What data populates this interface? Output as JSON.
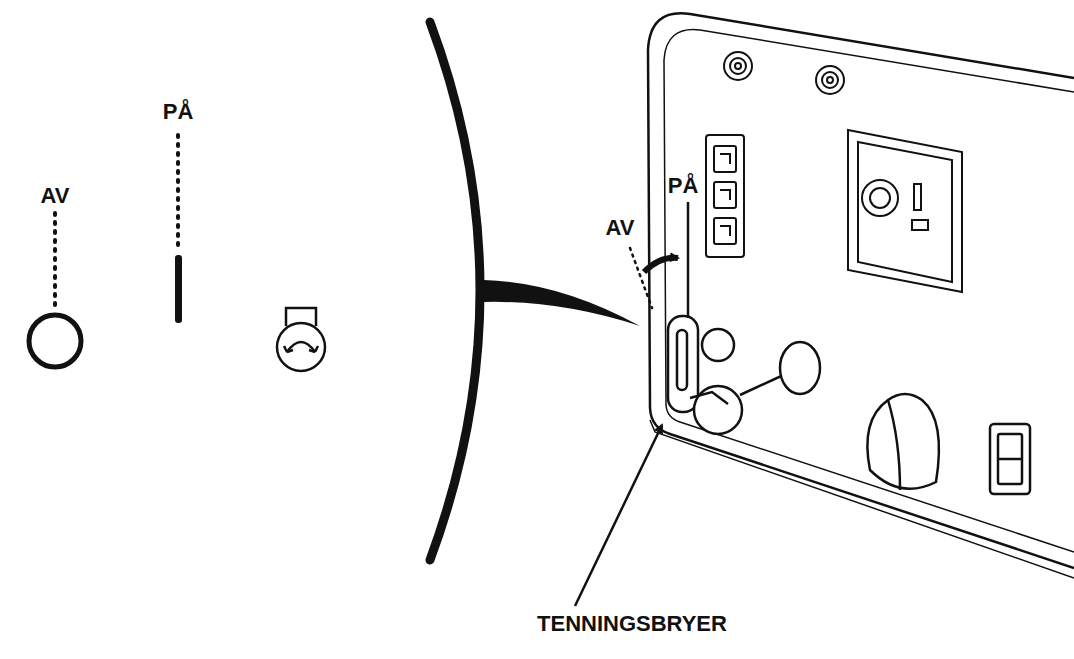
{
  "diagram": {
    "labels": [
      "PÅ",
      "AV",
      "PÅ",
      "AV",
      "TENNINGSBRYER"
    ]
  }
}
